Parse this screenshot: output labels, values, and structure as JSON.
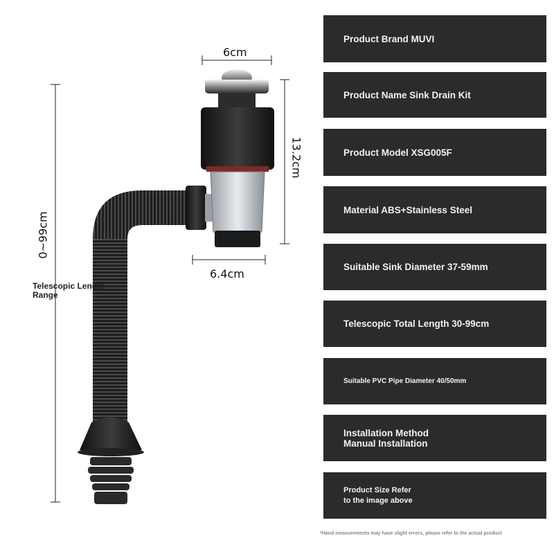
{
  "dimensions": {
    "top_width": "6cm",
    "height": "13.2cm",
    "bottom_width": "6.4cm",
    "length": "0~99cm",
    "telescope_label": "Telescopic Length\nRange"
  },
  "specs": [
    {
      "text": "Product Brand MUVI"
    },
    {
      "text": "Product Name Sink Drain Kit"
    },
    {
      "text": "Product Model XSG005F"
    },
    {
      "text": "Material ABS+Stainless Steel"
    },
    {
      "text": "Suitable Sink Diameter 37-59mm"
    },
    {
      "text": "Telescopic Total Length 30-99cm"
    },
    {
      "text": "Suitable PVC Pipe Diameter 40/50mm"
    },
    {
      "text": "Installation Method\n Manual Installation"
    },
    {
      "text": "Product Size Refer\n to the image above"
    }
  ],
  "footnote": "*Hand measurements may have slight errors, please refer to the actual product",
  "colors": {
    "panel": "#2b2b2b",
    "panel_text": "#f2f2f2",
    "pipe": "#2a2a2a"
  }
}
